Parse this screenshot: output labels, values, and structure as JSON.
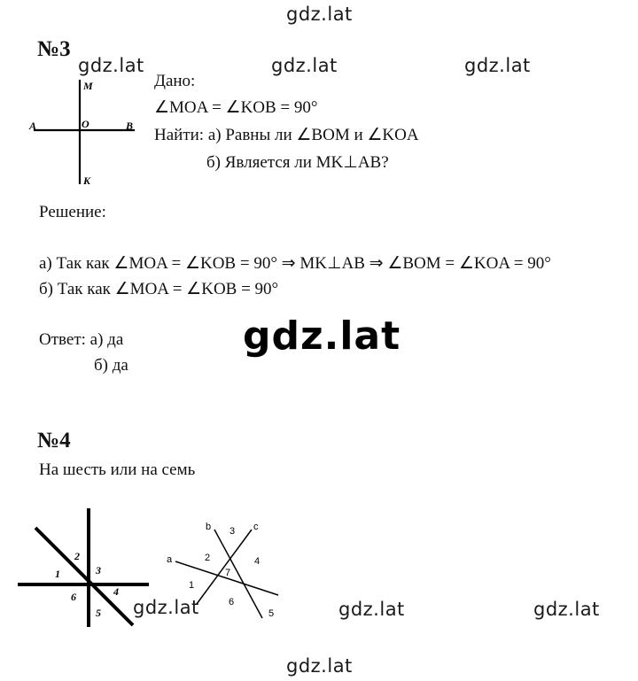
{
  "watermarks": {
    "top": "gdz.lat",
    "row1_a": "gdz.lat",
    "row1_b": "gdz.lat",
    "row1_c": "gdz.lat",
    "big": "gdz.lat",
    "row2_a": "gdz.lat",
    "row2_b": "gdz.lat",
    "row2_c": "gdz.lat",
    "bottom": "gdz.lat"
  },
  "problem3": {
    "number": "№3",
    "given_label": "Дано:",
    "given": "∠MOA = ∠KOB = 90°",
    "find_a": "Найти: а) Равны ли ∠BOM и ∠KOA",
    "find_b": "б) Является ли MK⊥AB?",
    "solution_label": "Решение:",
    "solution_a": "а) Так как ∠MOA = ∠KOB = 90° ⇒ MK⊥AB ⇒ ∠BOM = ∠KOA = 90°",
    "solution_b": "б) Так как ∠MOA = ∠KOB = 90°",
    "answer_label": "Ответ: а) да",
    "answer_b": "б) да",
    "figure_labels": {
      "M": "M",
      "A": "A",
      "O": "O",
      "B": "B",
      "K": "K"
    }
  },
  "problem4": {
    "number": "№4",
    "text": "На шесть или на семь",
    "fig1_labels": [
      "1",
      "2",
      "3",
      "4",
      "5",
      "6"
    ],
    "fig2_line_labels": {
      "a": "a",
      "b": "b",
      "c": "c"
    },
    "fig2_region_labels": [
      "1",
      "2",
      "3",
      "4",
      "5",
      "6",
      "7"
    ]
  }
}
